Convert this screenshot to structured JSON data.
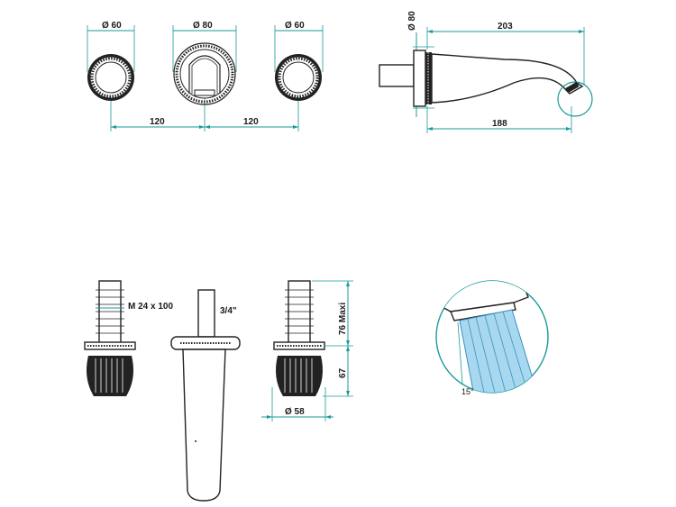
{
  "dimensions": {
    "left_handle_diameter": "Ø 60",
    "center_spout_diameter": "Ø 80",
    "right_handle_diameter": "Ø 60",
    "spacing_left": "120",
    "spacing_right": "120",
    "side_flange_diameter": "Ø 80",
    "spout_length_total": "203",
    "spout_length_projection": "188",
    "thread_spec": "M 24 x 100",
    "pipe_thread": "3/4\"",
    "max_depth": "76 Maxi",
    "handle_height": "67",
    "handle_diameter_bottom": "Ø 58",
    "spray_angle": "15°"
  },
  "colors": {
    "dimension_line": "#1a9a9a",
    "water_fill": "#a8d8f0",
    "water_stroke": "#3a90c0",
    "part_stroke": "#222222"
  }
}
